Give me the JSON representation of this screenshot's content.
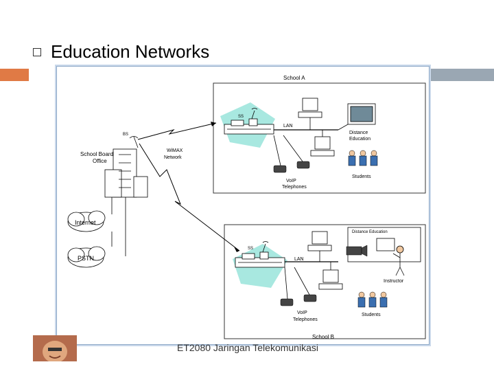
{
  "slide": {
    "title": "Education Networks",
    "footer": "ET2080 Jaringan Telekomunikasi"
  },
  "diagram": {
    "school_a": {
      "label": "School A",
      "ss": "SS",
      "lan": "LAN",
      "distance_education": [
        "Distance",
        "Education"
      ],
      "students": "Students",
      "voip": [
        "VoIP",
        "Telephones"
      ]
    },
    "school_b": {
      "label": "School B",
      "ss": "SS",
      "lan": "LAN",
      "distance_education": "Distance Education",
      "instructor": "Instructor",
      "students": "Students",
      "voip": [
        "VoIP",
        "Telephones"
      ]
    },
    "bs": "BS",
    "school_board": [
      "School Board",
      "Office"
    ],
    "wimax": [
      "WiMAX",
      "Network"
    ],
    "internet": "Internet",
    "pstn": "PSTN"
  },
  "colors": {
    "accent_orange": "#e07a45",
    "accent_gray": "#9aa7b3",
    "zone_teal": "#a8e8e0"
  }
}
